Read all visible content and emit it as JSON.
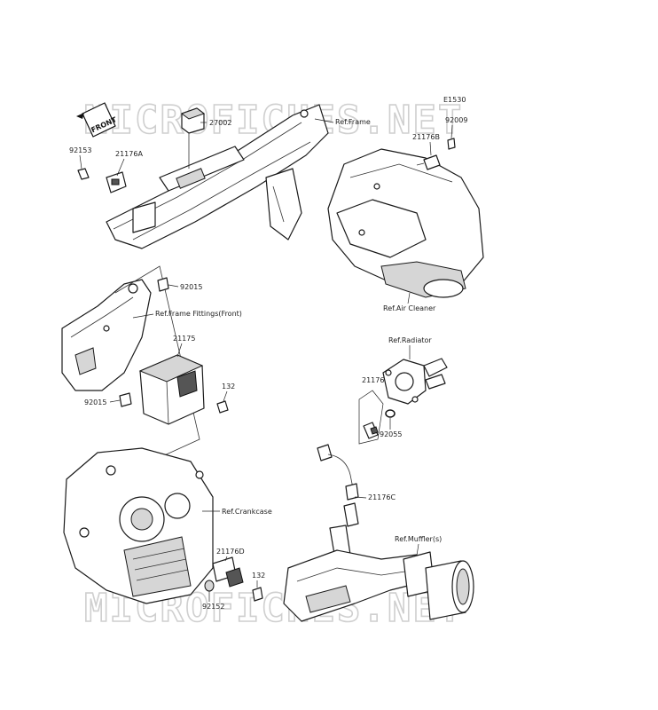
{
  "watermark": {
    "text": "MICROFICHES.NET"
  },
  "front_badge": "FRONT",
  "diagram_code": "E1530",
  "parts": {
    "p27002": "27002",
    "p92153": "92153",
    "p21176A": "21176A",
    "p92009": "92009",
    "p21176B": "21176B",
    "p92015a": "92015",
    "p21175": "21175",
    "p132a": "132",
    "p92015b": "92015",
    "p21176": "21176",
    "p92055": "92055",
    "p21176C": "21176C",
    "p21176D": "21176D",
    "p132b": "132",
    "p92152": "92152"
  },
  "refs": {
    "frame": "Ref.Frame",
    "frame_fittings": "Ref.Frame Fittings(Front)",
    "air_cleaner": "Ref.Air Cleaner",
    "radiator": "Ref.Radiator",
    "crankcase": "Ref.Crankcase",
    "muffler": "Ref.Muffler(s)"
  }
}
